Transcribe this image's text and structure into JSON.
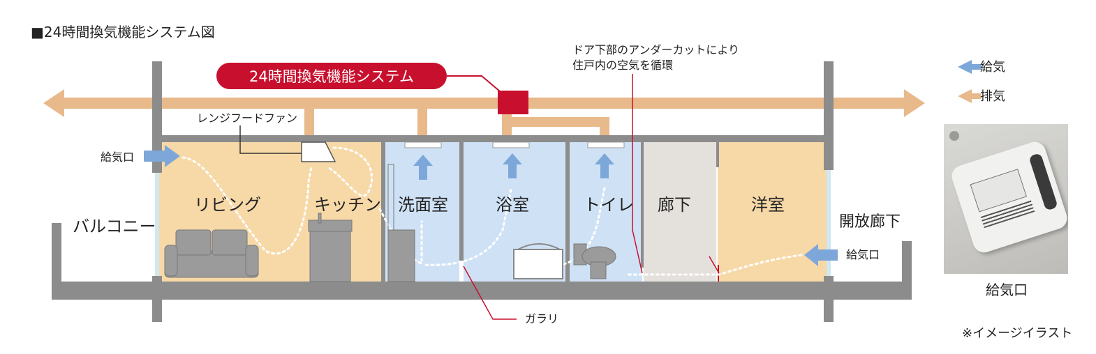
{
  "title": "■24時間換気機能システム図",
  "callout": "24時間換気機能システム",
  "note": {
    "line1": "ドア下部のアンダーカットにより",
    "line2": "住戸内の空気を循環"
  },
  "labels": {
    "range_hood_fan": "レンジフードファン",
    "air_inlet_left": "給気口",
    "air_inlet_right": "給気口",
    "balcony": "バルコニー",
    "open_corridor": "開放廊下",
    "garari": "ガラリ",
    "photo_caption": "給気口",
    "disclaimer": "※イメージイラスト"
  },
  "rooms": {
    "living": "リビング",
    "kitchen": "キッチン",
    "washroom": "洗面室",
    "bathroom": "浴室",
    "toilet": "トイレ",
    "hallway": "廊下",
    "western_room": "洋室"
  },
  "legend": {
    "supply": "給気",
    "exhaust": "排気"
  },
  "colors": {
    "supply_arrow": "#7da7d9",
    "exhaust_duct": "#e8b98a",
    "room_warm": "#f7d9a8",
    "room_cool": "#cfe2f5",
    "room_hallway": "#e4e1dc",
    "wall": "#8c8c8c",
    "accent_red": "#c8102e"
  }
}
